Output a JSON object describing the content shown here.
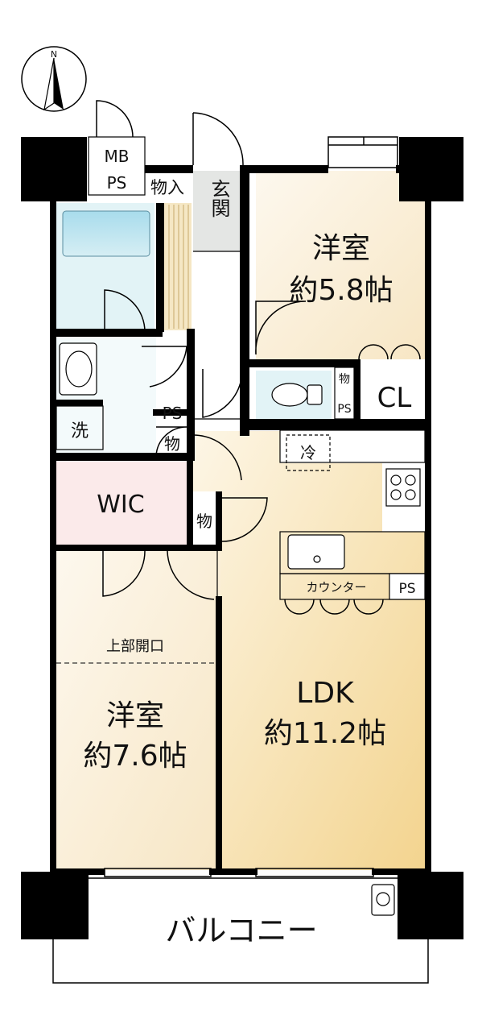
{
  "compass": {
    "north": "N"
  },
  "rooms": {
    "bedroom1": {
      "name": "洋室",
      "size": "約5.8帖"
    },
    "bedroom2": {
      "name": "洋室",
      "size": "約7.6帖"
    },
    "ldk": {
      "name": "LDK",
      "size": "約11.2帖"
    },
    "wic": "WIC",
    "entrance": "玄関",
    "closet": "CL",
    "balcony": "バルコニー"
  },
  "labels": {
    "mb": "MB",
    "ps": "PS",
    "storage_in": "物入",
    "storage": "物",
    "laundry": "洗",
    "fridge": "冷",
    "counter": "カウンター",
    "upper_opening": "上部開口"
  },
  "colors": {
    "wall": "#000000",
    "ldk_floor": "#f6e2b4",
    "bedroom_floor": "#fbefd7",
    "wic_floor": "#fbeaea",
    "wet_area": "#e2f3f6",
    "bath": "#b8e2ee",
    "entrance_floor": "#e4e6e4"
  }
}
